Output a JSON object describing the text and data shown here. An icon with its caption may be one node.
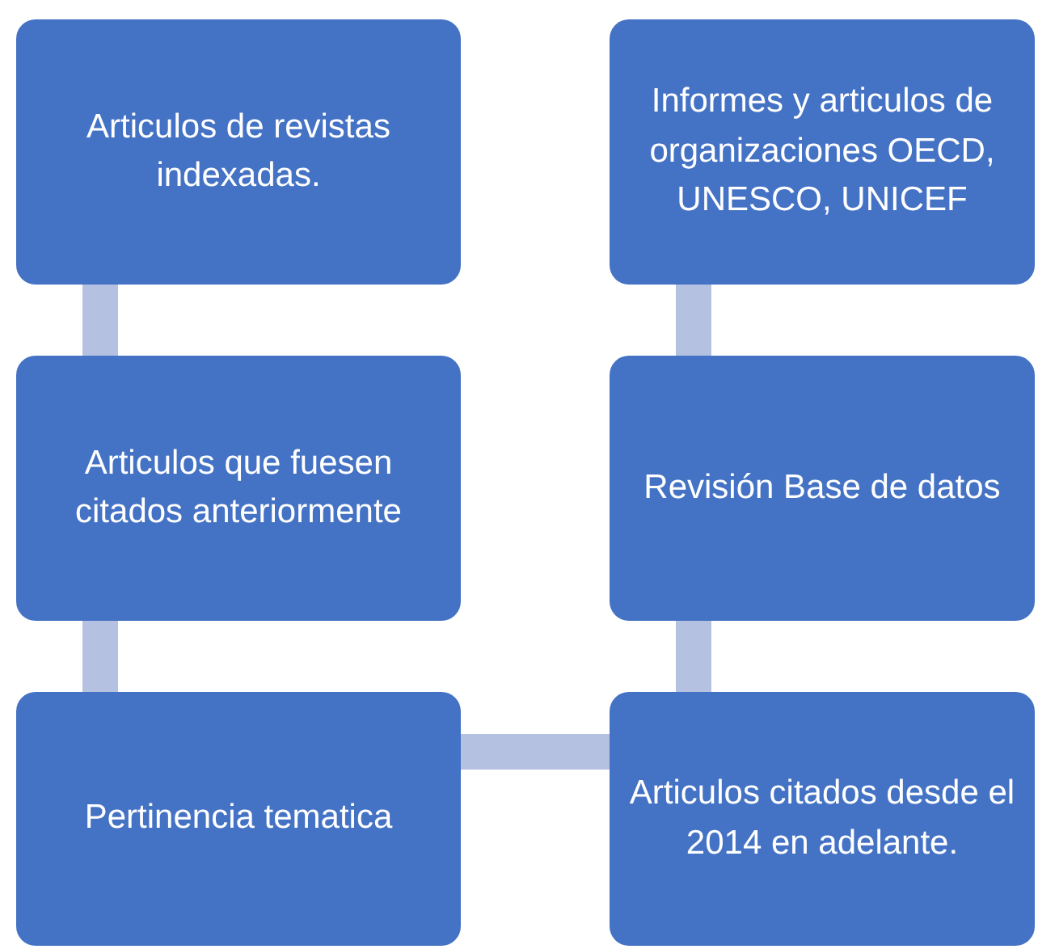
{
  "diagram": {
    "nodes": [
      {
        "text": [
          "Articulos de revistas indexadas."
        ]
      },
      {
        "text": [
          "Informes y articulos de organizaciones OECD, UNESCO, UNICEF"
        ]
      },
      {
        "text": [
          "Articulos que fuesen citados anteriormente"
        ]
      },
      {
        "text": [
          "Revisión Base de datos"
        ]
      },
      {
        "text": [
          "Pertinencia tematica"
        ]
      },
      {
        "text": [
          "Articulos citados desde el 2014 en adelante."
        ]
      }
    ],
    "edges": [
      {
        "from": 0,
        "to": 2,
        "arrow": "none"
      },
      {
        "from": 2,
        "to": 4,
        "arrow": "none"
      },
      {
        "from": 4,
        "to": 5,
        "arrow": "none"
      },
      {
        "from": 5,
        "to": 3,
        "arrow": "none"
      },
      {
        "from": 3,
        "to": 1,
        "arrow": "none"
      }
    ]
  }
}
